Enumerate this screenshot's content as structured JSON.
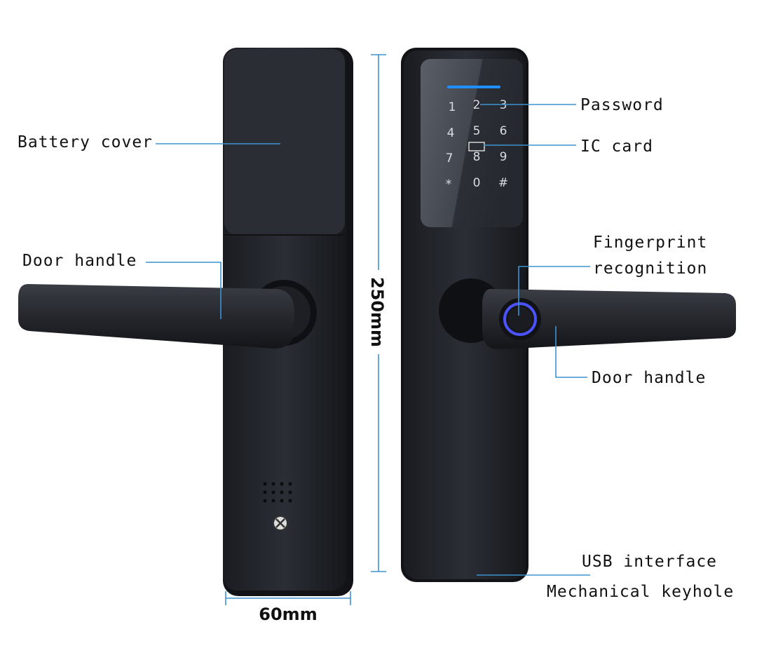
{
  "labels": {
    "battery_cover": "Battery cover",
    "door_handle_left": "Door handle",
    "password": "Password",
    "ic_card": "IC card",
    "fingerprint_1": "Fingerprint",
    "fingerprint_2": "recognition",
    "door_handle_right": "Door handle",
    "usb": "USB interface",
    "keyhole": "Mechanical keyhole"
  },
  "dimensions": {
    "height": "250mm",
    "width": "60mm"
  },
  "keypad": [
    "1",
    "2",
    "3",
    "4",
    "5",
    "6",
    "7",
    "8",
    "9",
    "*",
    "0",
    "#"
  ],
  "colors": {
    "body": "#23262c",
    "accent_line": "#3f93d2",
    "fingerprint_ring": "#4b52ff"
  }
}
